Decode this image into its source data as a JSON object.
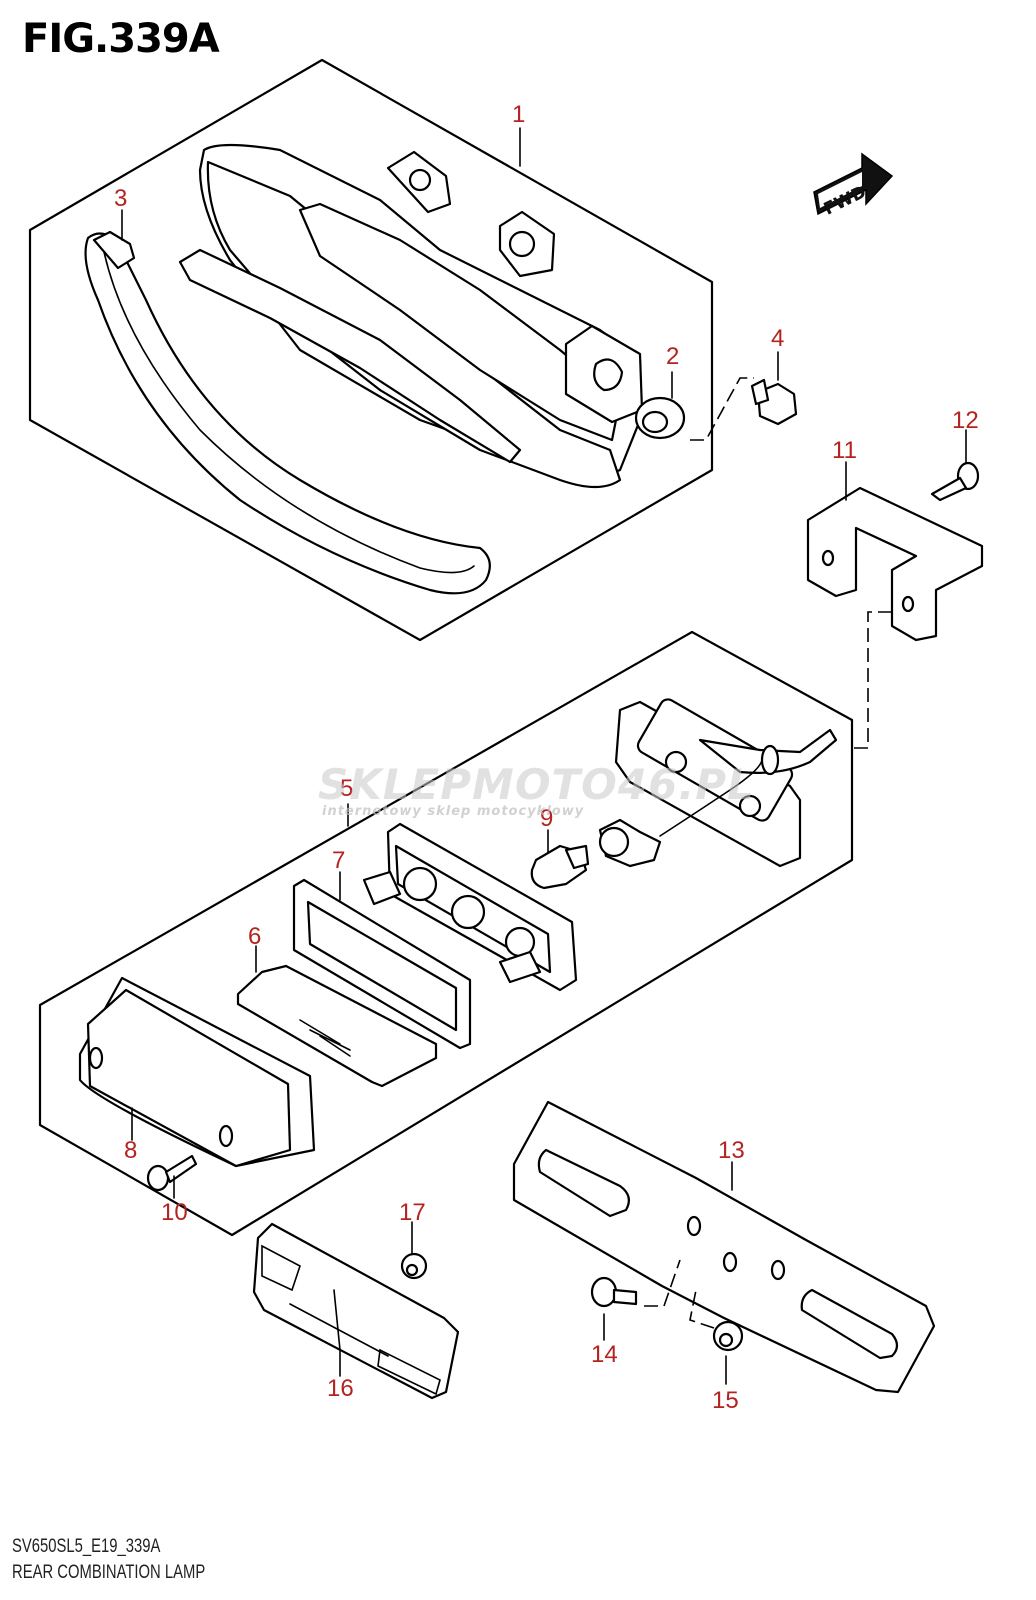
{
  "figure": {
    "title": "FIG.339A",
    "model_code": "SV650SL5_E19_339A",
    "name": "REAR COMBINATION LAMP",
    "direction_label": "FWD"
  },
  "watermark": {
    "main": "SKLEPMOTO46.PL",
    "sub": "internetowy sklep motocyklowy"
  },
  "callouts": [
    {
      "id": "1",
      "label": "1"
    },
    {
      "id": "2",
      "label": "2"
    },
    {
      "id": "3",
      "label": "3"
    },
    {
      "id": "4",
      "label": "4"
    },
    {
      "id": "5",
      "label": "5"
    },
    {
      "id": "6",
      "label": "6"
    },
    {
      "id": "7",
      "label": "7"
    },
    {
      "id": "8",
      "label": "8"
    },
    {
      "id": "9",
      "label": "9"
    },
    {
      "id": "10",
      "label": "10"
    },
    {
      "id": "11",
      "label": "11"
    },
    {
      "id": "12",
      "label": "12"
    },
    {
      "id": "13",
      "label": "13"
    },
    {
      "id": "14",
      "label": "14"
    },
    {
      "id": "15",
      "label": "15"
    },
    {
      "id": "16",
      "label": "16"
    },
    {
      "id": "17",
      "label": "17"
    }
  ],
  "colors": {
    "callout": "#b3231f",
    "line": "#000000",
    "background": "#ffffff"
  }
}
